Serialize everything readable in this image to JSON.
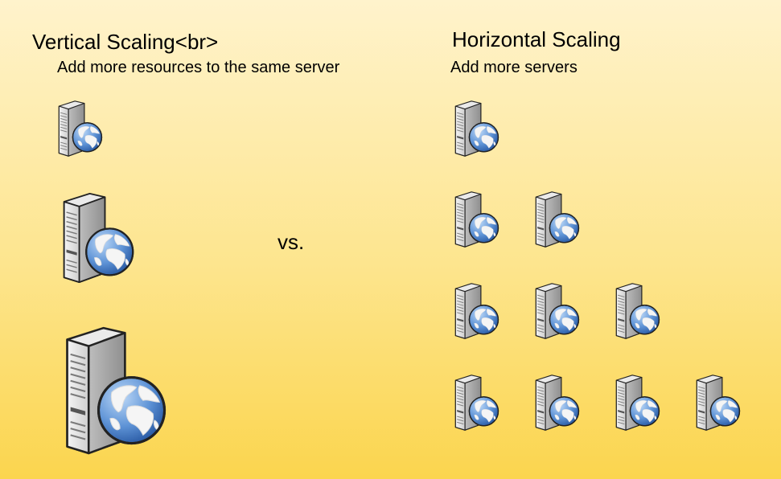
{
  "vertical": {
    "title": "Vertical Scaling<br>",
    "subtitle": "Add more resources to the same server",
    "servers": [
      {
        "size": "small",
        "icon": "web-server-icon"
      },
      {
        "size": "medium",
        "icon": "web-server-icon"
      },
      {
        "size": "large",
        "icon": "web-server-icon"
      }
    ]
  },
  "vs_label": "vs.",
  "horizontal": {
    "title": "Horizontal Scaling",
    "subtitle": "Add more servers",
    "rows": [
      1,
      2,
      3,
      4
    ],
    "icon": "web-server-icon"
  },
  "colors": {
    "background_top": "#fff3cc",
    "background_bottom": "#fbd54e",
    "server_body": "#d9d9d9",
    "globe_blue": "#3f78c4"
  }
}
